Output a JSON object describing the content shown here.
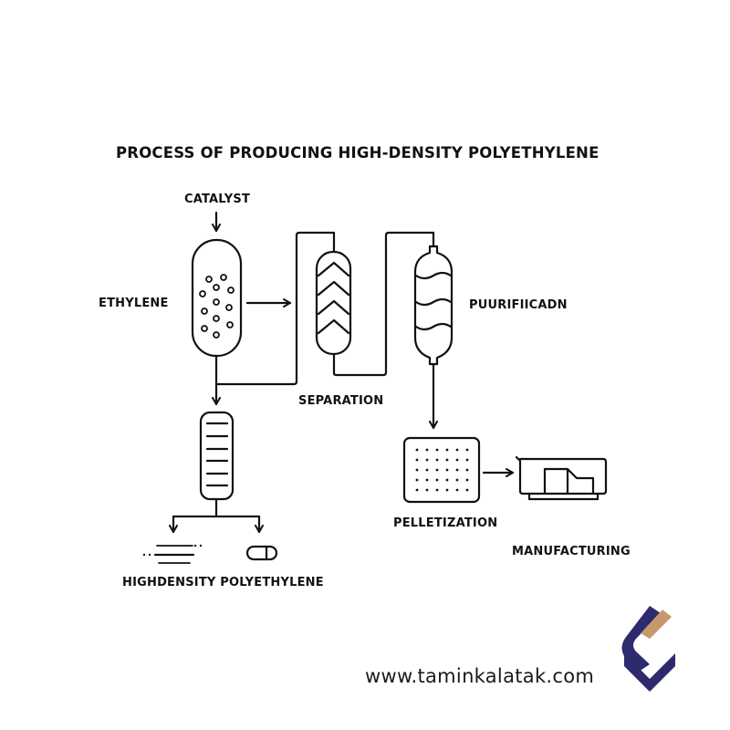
{
  "diagram": {
    "title": "PROCESS OF PRODUCING HIGH-DENSITY POLYETHYLENE",
    "labels": {
      "catalyst": "CATALYST",
      "ethylene": "ETHYLENE",
      "separation": "SEPARATION",
      "purification": "PUURIFIICADN",
      "pelletization": "PELLETIZATION",
      "manufacturing": "MANUFACTURING",
      "hdpe": "HIGHDENSITY POLYETHYLENE"
    },
    "nodes": [
      {
        "id": "reactor",
        "kind": "vessel-with-particles"
      },
      {
        "id": "separator",
        "kind": "packed-column-chevrons"
      },
      {
        "id": "purifier",
        "kind": "column-with-wavy-trays"
      },
      {
        "id": "settler",
        "kind": "tray-column"
      },
      {
        "id": "pelletizer",
        "kind": "dotted-box"
      },
      {
        "id": "manufacturing-machine",
        "kind": "machine"
      },
      {
        "id": "film-output",
        "kind": "film-lines"
      },
      {
        "id": "capsule-output",
        "kind": "capsule"
      }
    ],
    "edges": [
      {
        "from": "catalyst",
        "to": "reactor"
      },
      {
        "from": "reactor",
        "to": "separator"
      },
      {
        "from": "reactor",
        "to": "settler"
      },
      {
        "from": "separator",
        "to": "purifier"
      },
      {
        "from": "purifier",
        "to": "pelletizer"
      },
      {
        "from": "pelletizer",
        "to": "manufacturing-machine"
      },
      {
        "from": "settler",
        "to": "film-output"
      },
      {
        "from": "settler",
        "to": "capsule-output"
      }
    ]
  },
  "footer": {
    "website": "www.taminkalatak.com",
    "logo_colors": {
      "primary": "#2e2a6e",
      "accent": "#c49a6c"
    }
  }
}
